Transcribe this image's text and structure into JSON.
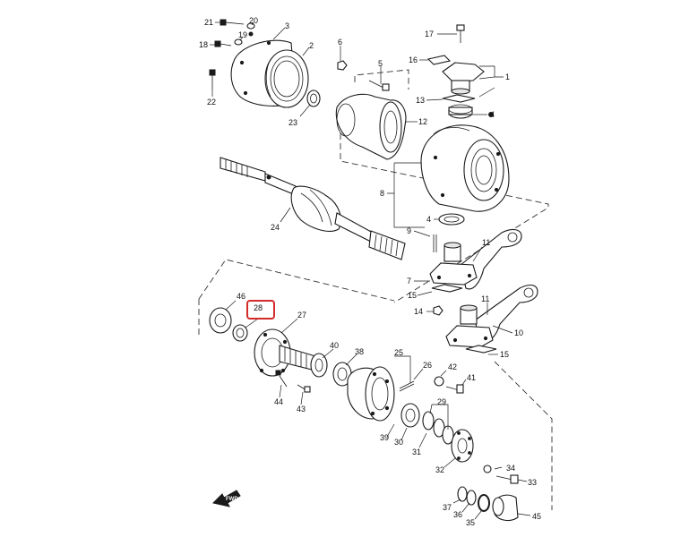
{
  "diagram": {
    "highlight_color": "#d42a2a",
    "labels": {
      "l21": "21",
      "l20": "20",
      "l3": "3",
      "l18": "18",
      "l19": "19",
      "l2": "2",
      "l6": "6",
      "l5": "5",
      "l17": "17",
      "l16": "16",
      "l1": "1",
      "l22": "22",
      "l23": "23",
      "l13": "13",
      "l12": "12",
      "l4a": "4",
      "l8": "8",
      "l24": "24",
      "l4b": "4",
      "l9": "9",
      "l11a": "11",
      "l7": "7",
      "l15a": "15",
      "l46": "46",
      "l28": "28",
      "l27": "27",
      "l14": "14",
      "l11b": "11",
      "l10": "10",
      "l40": "40",
      "l38": "38",
      "l25": "25",
      "l15b": "15",
      "l26": "26",
      "l42": "42",
      "l41": "41",
      "l44": "44",
      "l43": "43",
      "l29": "29",
      "l39": "39",
      "l30": "30",
      "l31": "31",
      "l32": "32",
      "l34": "34",
      "l33": "33",
      "l37": "37",
      "l36": "36",
      "l35": "35",
      "l45": "45"
    },
    "direction_arrow_text": "FWD"
  }
}
